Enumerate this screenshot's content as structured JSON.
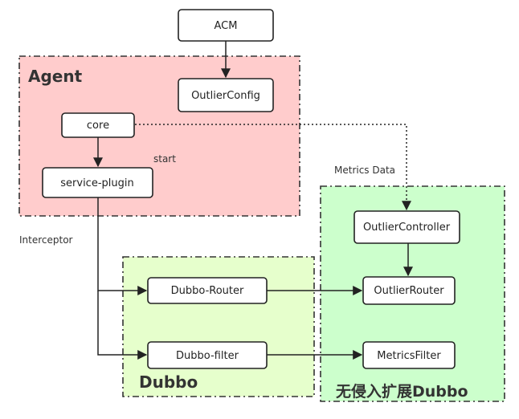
{
  "colors": {
    "agent_fill": "#ffcccc",
    "dubbo_fill": "#e6ffcc",
    "noninvasive_fill": "#ccffcc",
    "border": "#333333",
    "node_fill": "#ffffff"
  },
  "regions": {
    "agent": "Agent",
    "dubbo": "Dubbo",
    "noninvasive": "无侵入扩展Dubbo"
  },
  "nodes": {
    "acm": "ACM",
    "outlier_config": "OutlierConfig",
    "core": "core",
    "service_plugin": "service-plugin",
    "dubbo_router": "Dubbo-Router",
    "dubbo_filter": "Dubbo-filter",
    "outlier_controller": "OutlierController",
    "outlier_router": "OutlierRouter",
    "metrics_filter": "MetricsFilter"
  },
  "labels": {
    "start": "start",
    "metrics_data": "Metrics Data",
    "interceptor": "Interceptor"
  }
}
